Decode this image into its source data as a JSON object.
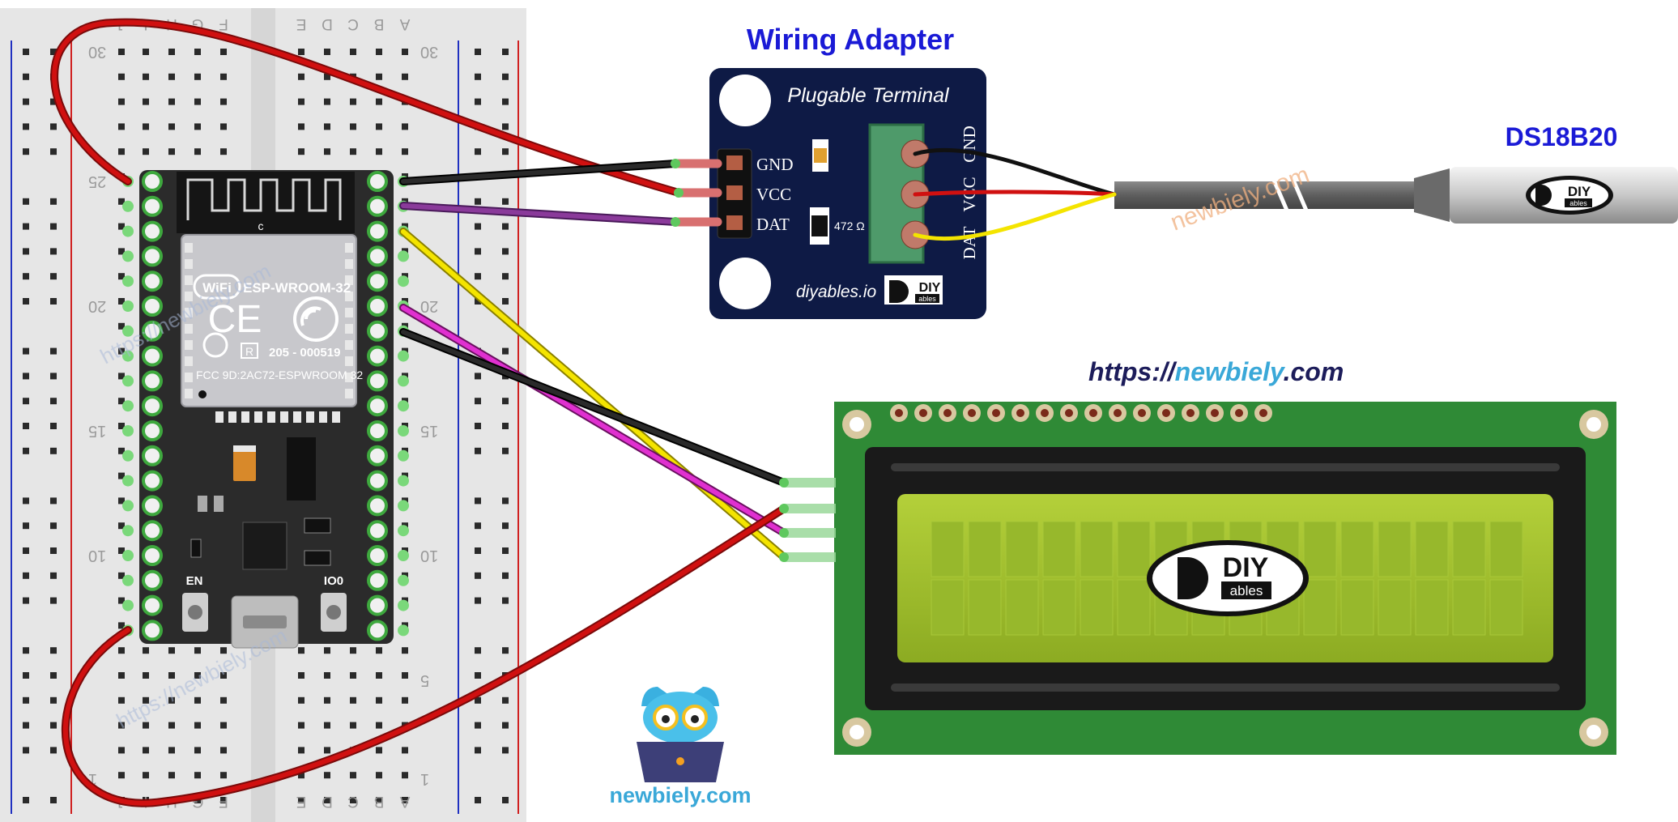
{
  "titles": {
    "adapter": "Wiring Adapter",
    "sensor": "DS18B20",
    "url_prefix": "https://",
    "url_brand": "newbiely",
    "url_suffix": ".com"
  },
  "adapter": {
    "header": "Plugable Terminal",
    "pins": [
      "GND",
      "VCC",
      "DAT"
    ],
    "terminal_labels": [
      "GND",
      "VCC",
      "DAT"
    ],
    "resistor": "472 Ω",
    "footer": "diyables.io"
  },
  "esp32": {
    "module_name": "ESP-WROOM-32",
    "wifi": "WiFi",
    "ce": "CE",
    "cert": "205 - 000519",
    "r_mark": "R",
    "fcc": "FCC 9D:2AC72-ESPWROOM 32",
    "antenna_mark": "c",
    "btn_en": "EN",
    "btn_io0": "IO0"
  },
  "breadboard": {
    "top_letters": [
      "J",
      "I",
      "H",
      "G",
      "F",
      "E",
      "D",
      "C",
      "B",
      "A"
    ],
    "row_numbers": [
      "30",
      "25",
      "20",
      "15",
      "10",
      "5",
      "1"
    ]
  },
  "logo": {
    "diy": "DIY",
    "ables": "ables"
  },
  "watermarks": [
    "newbiely.com",
    "https://newbiely.com",
    "https://newbiely.com"
  ],
  "brand_footer": "newbiely.com",
  "colors": {
    "title_blue": "#1a1ad6",
    "url_dark": "#1c1c5a",
    "url_brand": "#3aa8d8",
    "adapter_bg": "#0e1a45",
    "lcd_pcb": "#2f8a36",
    "lcd_screen": "#a0c030",
    "wire_red": "#d01010",
    "wire_black": "#1a1a1a",
    "wire_purple": "#8a3a9a",
    "wire_yellow": "#f4e400",
    "wire_magenta": "#e030d0"
  }
}
